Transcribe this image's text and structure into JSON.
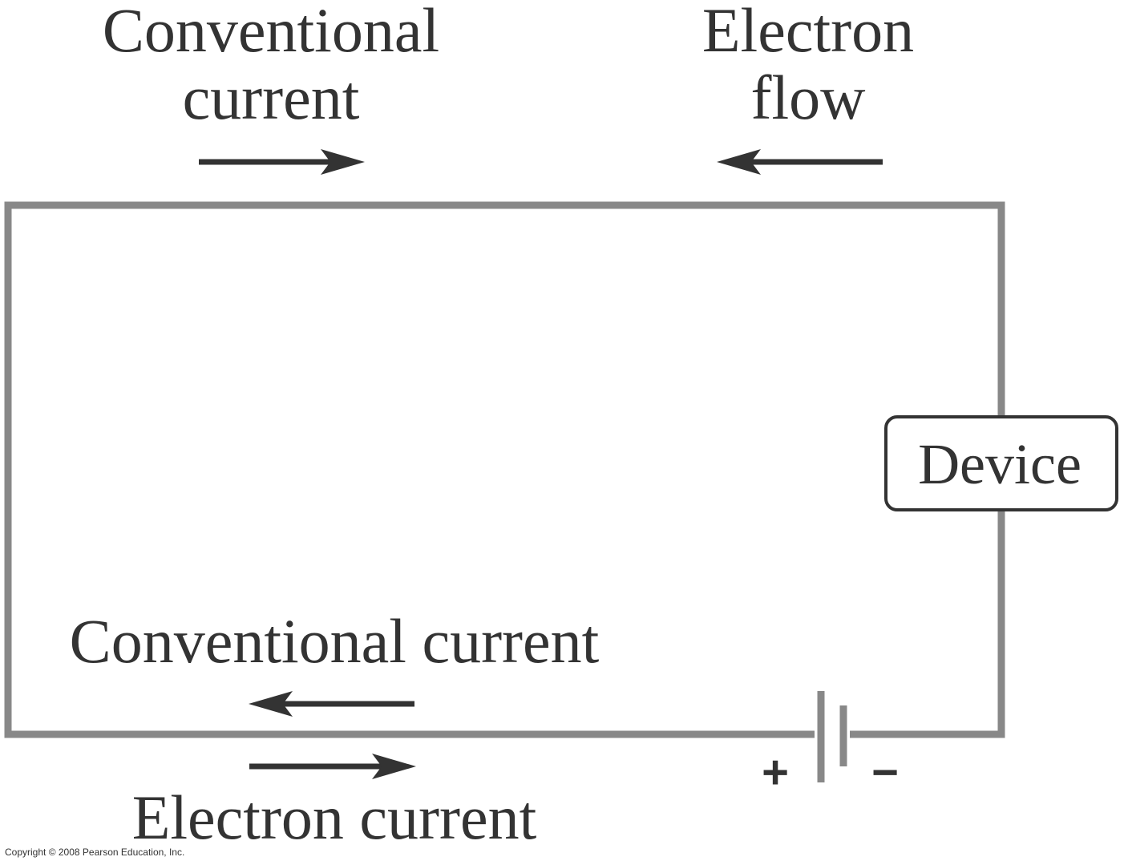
{
  "labels": {
    "top_left_line1": "Conventional",
    "top_left_line2": "current",
    "top_right_line1": "Electron",
    "top_right_line2": "flow",
    "bottom_conventional": "Conventional current",
    "bottom_electron": "Electron current",
    "device": "Device",
    "battery_plus": "+",
    "battery_minus": "−",
    "copyright": "Copyright © 2008 Pearson Education, Inc."
  },
  "arrows": {
    "top_conventional_direction": "right",
    "top_electron_direction": "left",
    "bottom_conventional_direction": "left",
    "bottom_electron_direction": "right"
  },
  "colors": {
    "wire": "#888888",
    "text": "#333333",
    "arrow": "#333333",
    "background": "#ffffff"
  }
}
